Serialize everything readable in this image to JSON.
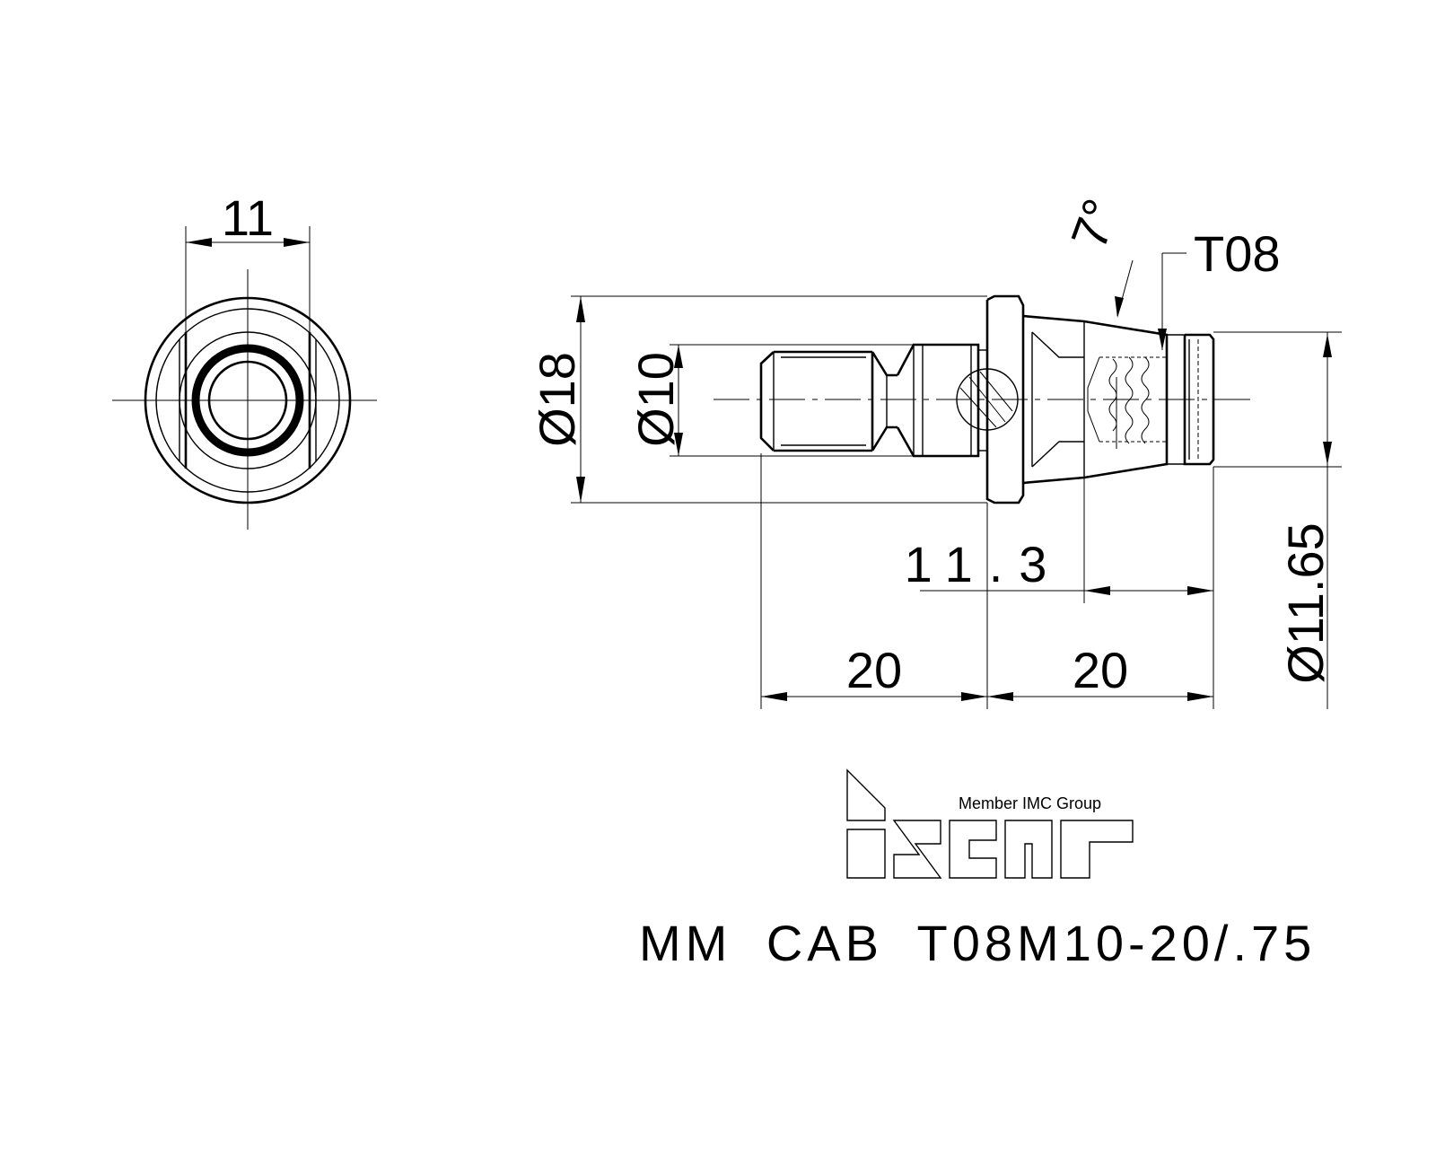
{
  "drawing": {
    "dimensions": {
      "width_front": "11",
      "dia_flange": "Ø18",
      "dia_shank": "Ø10",
      "angle": "7°",
      "thread": "T08",
      "dia_tip": "Ø11.65",
      "len_tip": "11.3",
      "len_shank": "20",
      "len_head": "20"
    },
    "logo": {
      "tagline": "Member IMC Group",
      "brand": "iscar"
    },
    "part_number": "MM CAB T08M10-20/.75",
    "colors": {
      "line": "#000000",
      "background": "#ffffff"
    }
  }
}
